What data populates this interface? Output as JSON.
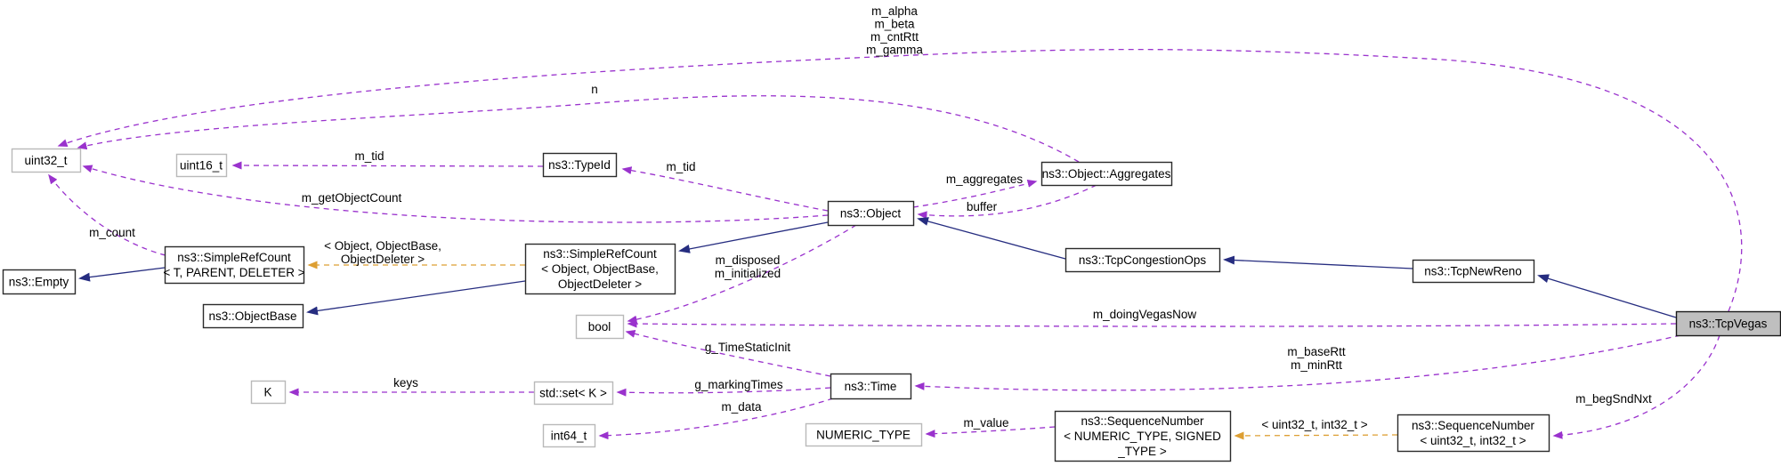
{
  "diagram": {
    "type": "doxygen-collaboration-graph",
    "main_class": "ns3::TcpVegas",
    "colors": {
      "member_edge": "#9a32cd",
      "template_edge": "#dd9f33",
      "inherit_edge": "#262d80",
      "current_node_fill": "#bfbfbf",
      "node_fill": "#ffffff",
      "class_border": "#2b2b2b",
      "external_border": "#b9b9b9",
      "text": "#000000"
    },
    "nodes": [
      {
        "id": "uint32",
        "kind": "external",
        "lines": [
          "uint32_t"
        ]
      },
      {
        "id": "uint16",
        "kind": "external",
        "lines": [
          "uint16_t"
        ]
      },
      {
        "id": "typeid",
        "kind": "class",
        "lines": [
          "ns3::TypeId"
        ]
      },
      {
        "id": "object",
        "kind": "class",
        "lines": [
          "ns3::Object"
        ]
      },
      {
        "id": "aggregates",
        "kind": "class",
        "lines": [
          "ns3::Object::Aggregates"
        ]
      },
      {
        "id": "empty",
        "kind": "class",
        "lines": [
          "ns3::Empty"
        ]
      },
      {
        "id": "srcT",
        "kind": "class",
        "lines": [
          "ns3::SimpleRefCount",
          "< T, PARENT, DELETER >"
        ]
      },
      {
        "id": "srcObj",
        "kind": "class",
        "lines": [
          "ns3::SimpleRefCount",
          "< Object, ObjectBase,",
          "ObjectDeleter >"
        ]
      },
      {
        "id": "objectbase",
        "kind": "class",
        "lines": [
          "ns3::ObjectBase"
        ]
      },
      {
        "id": "bool",
        "kind": "external",
        "lines": [
          "bool"
        ]
      },
      {
        "id": "tcpcong",
        "kind": "class",
        "lines": [
          "ns3::TcpCongestionOps"
        ]
      },
      {
        "id": "tcpnewreno",
        "kind": "class",
        "lines": [
          "ns3::TcpNewReno"
        ]
      },
      {
        "id": "tcpvegas",
        "kind": "current",
        "lines": [
          "ns3::TcpVegas"
        ]
      },
      {
        "id": "K",
        "kind": "external",
        "lines": [
          "K"
        ]
      },
      {
        "id": "stdset",
        "kind": "external",
        "lines": [
          "std::set< K >"
        ]
      },
      {
        "id": "int64",
        "kind": "external",
        "lines": [
          "int64_t"
        ]
      },
      {
        "id": "time",
        "kind": "class",
        "lines": [
          "ns3::Time"
        ]
      },
      {
        "id": "numeric",
        "kind": "external",
        "lines": [
          "NUMERIC_TYPE"
        ]
      },
      {
        "id": "seqNS",
        "kind": "class",
        "lines": [
          "ns3::SequenceNumber",
          "< NUMERIC_TYPE, SIGNED",
          "_TYPE >"
        ]
      },
      {
        "id": "seqU32",
        "kind": "class",
        "lines": [
          "ns3::SequenceNumber",
          "< uint32_t, int32_t >"
        ]
      }
    ],
    "edges": [
      {
        "id": "alpha",
        "from": "tcpvegas",
        "to": "uint32",
        "kind": "member",
        "label_lines": [
          "m_alpha",
          "m_beta",
          "m_cntRtt",
          "m_gamma"
        ]
      },
      {
        "id": "n",
        "from": "aggregates",
        "to": "uint32",
        "kind": "member",
        "label_lines": [
          "n"
        ]
      },
      {
        "id": "getobj",
        "from": "object",
        "to": "uint32",
        "kind": "member",
        "label_lines": [
          "m_getObjectCount"
        ]
      },
      {
        "id": "mcount",
        "from": "srcT",
        "to": "uint32",
        "kind": "member",
        "label_lines": [
          "m_count"
        ]
      },
      {
        "id": "mtid1",
        "from": "typeid",
        "to": "uint16",
        "kind": "member",
        "label_lines": [
          "m_tid"
        ]
      },
      {
        "id": "mtid2",
        "from": "object",
        "to": "typeid",
        "kind": "member",
        "label_lines": [
          "m_tid"
        ]
      },
      {
        "id": "maggr",
        "from": "object",
        "to": "aggregates",
        "kind": "member",
        "label_lines": [
          "m_aggregates"
        ]
      },
      {
        "id": "buffer",
        "from": "aggregates",
        "to": "object",
        "kind": "member",
        "label_lines": [
          "buffer"
        ]
      },
      {
        "id": "mdisp",
        "from": "object",
        "to": "bool",
        "kind": "member",
        "label_lines": [
          "m_disposed",
          "m_initialized"
        ]
      },
      {
        "id": "doing",
        "from": "tcpvegas",
        "to": "bool",
        "kind": "member",
        "label_lines": [
          "m_doingVegasNow"
        ]
      },
      {
        "id": "gstatic",
        "from": "time",
        "to": "bool",
        "kind": "member",
        "label_lines": [
          "g_TimeStaticInit"
        ]
      },
      {
        "id": "keys",
        "from": "stdset",
        "to": "K",
        "kind": "member",
        "label_lines": [
          "keys"
        ]
      },
      {
        "id": "gmark",
        "from": "time",
        "to": "stdset",
        "kind": "member",
        "label_lines": [
          "g_markingTimes"
        ]
      },
      {
        "id": "mdata",
        "from": "time",
        "to": "int64",
        "kind": "member",
        "label_lines": [
          "m_data"
        ]
      },
      {
        "id": "mvalue",
        "from": "seqNS",
        "to": "numeric",
        "kind": "member",
        "label_lines": [
          "m_value"
        ]
      },
      {
        "id": "begsnd",
        "from": "tcpvegas",
        "to": "seqU32",
        "kind": "member",
        "label_lines": [
          "m_begSndNxt"
        ]
      },
      {
        "id": "basertt",
        "from": "tcpvegas",
        "to": "time",
        "kind": "member",
        "label_lines": [
          "m_baseRtt",
          "m_minRtt"
        ]
      },
      {
        "id": "tplObj",
        "from": "srcObj",
        "to": "srcT",
        "kind": "template",
        "label_lines": [
          "< Object, ObjectBase,",
          "ObjectDeleter >"
        ]
      },
      {
        "id": "tplU32",
        "from": "seqU32",
        "to": "seqNS",
        "kind": "template",
        "label_lines": [
          "< uint32_t, int32_t >"
        ]
      },
      {
        "id": "inh1",
        "from": "srcT",
        "to": "empty",
        "kind": "inherit",
        "label_lines": []
      },
      {
        "id": "inh2",
        "from": "srcObj",
        "to": "objectbase",
        "kind": "inherit",
        "label_lines": []
      },
      {
        "id": "inh3",
        "from": "object",
        "to": "srcObj",
        "kind": "inherit",
        "label_lines": []
      },
      {
        "id": "inh4",
        "from": "tcpcong",
        "to": "object",
        "kind": "inherit",
        "label_lines": []
      },
      {
        "id": "inh5",
        "from": "tcpnewreno",
        "to": "tcpcong",
        "kind": "inherit",
        "label_lines": []
      },
      {
        "id": "inh6",
        "from": "tcpvegas",
        "to": "tcpnewreno",
        "kind": "inherit",
        "label_lines": []
      }
    ]
  }
}
